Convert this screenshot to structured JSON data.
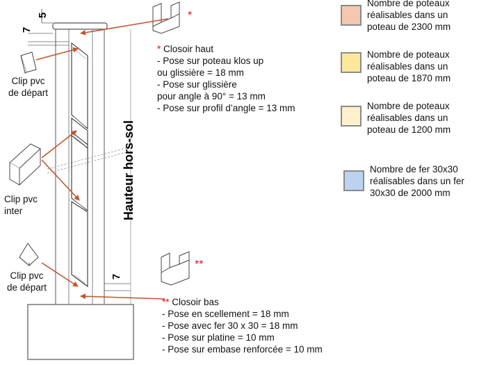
{
  "colors": {
    "legend_1": "#f5c6b0",
    "legend_2": "#fde79a",
    "legend_3": "#fdf0cc",
    "legend_4": "#bcd3ef",
    "arrow": "#c0552e",
    "star": "#e01010"
  },
  "dimensions": {
    "top_5": "5",
    "top_7": "7",
    "bottom_7": "7"
  },
  "vertical_label": "Hauteur hors-sol",
  "left_labels": {
    "clip_depart_top": [
      "Clip pvc",
      "de départ"
    ],
    "clip_inter": [
      "Clip pvc",
      "inter"
    ],
    "clip_depart_bottom": [
      "Clip pvc",
      "de départ"
    ]
  },
  "closoir_haut": {
    "star": "*",
    "title": "* Closoir haut",
    "lines": [
      "-   Pose sur poteau klos up",
      "ou glissière = 18 mm",
      "-   Pose sur glissière",
      "pour angle à 90° = 13 mm",
      "- Pose sur profil d’angle = 13 mm"
    ]
  },
  "closoir_bas": {
    "star": "**",
    "title_star": "**",
    "title": " Closoir bas",
    "lines": [
      "- Pose en scellement = 18 mm",
      "- Pose avec fer 30 x 30 = 18 mm",
      "- Pose sur platine = 10 mm",
      "- Pose sur embase renforcée = 10 mm"
    ]
  },
  "legend": [
    {
      "lines": [
        "Nombre de poteaux",
        "réalisables dans un",
        "poteau de 2300 mm"
      ]
    },
    {
      "lines": [
        "Nombre de poteaux",
        "réalisables dans un",
        "poteau de 1870 mm"
      ]
    },
    {
      "lines": [
        "Nombre de poteaux",
        "réalisables dans un",
        "poteau de 1200 mm"
      ]
    },
    {
      "lines": [
        "Nombre de fer 30x30",
        "réalisables dans un fer",
        "30x30 de 2000 mm"
      ]
    }
  ]
}
